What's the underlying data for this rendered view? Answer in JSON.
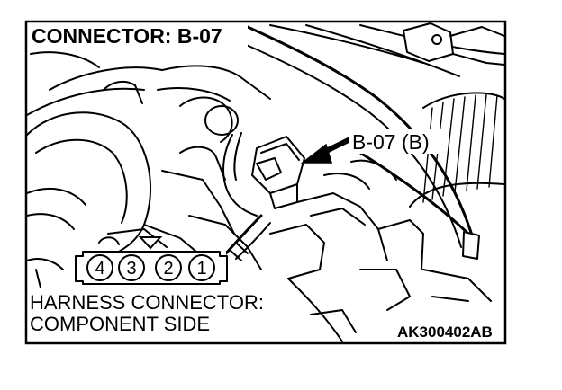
{
  "title": "CONNECTOR: B-07",
  "callout_label": "B-07 (B)",
  "caption": {
    "line1": "HARNESS CONNECTOR:",
    "line2": "COMPONENT SIDE"
  },
  "figure_code": "AK300402AB",
  "connector_pins": [
    "4",
    "3",
    "2",
    "1"
  ]
}
